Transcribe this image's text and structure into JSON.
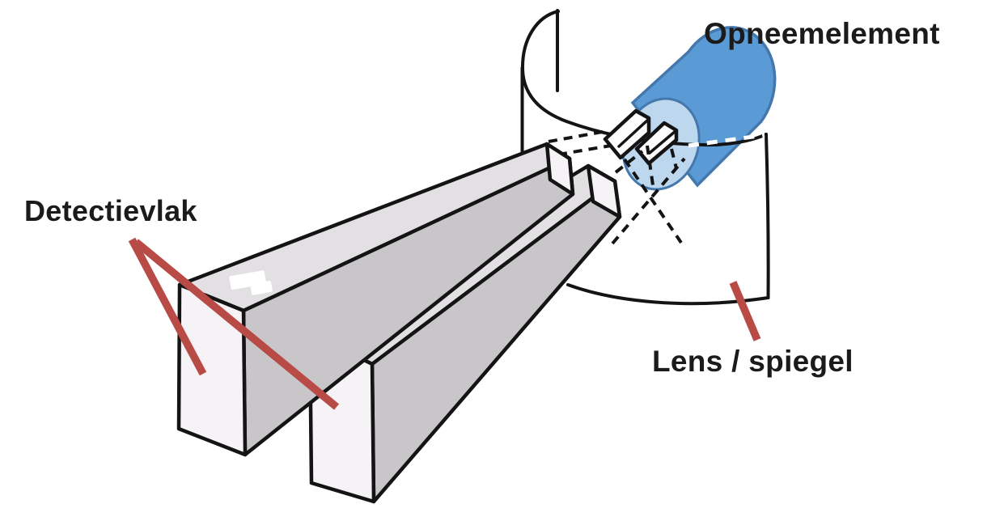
{
  "figure": {
    "labels": {
      "opneemelement": "Opneemelement",
      "detectievlak": "Detectievlak",
      "lens_spiegel": "Lens / spiegel"
    },
    "colors": {
      "background": "#ffffff",
      "outline": "#141414",
      "annotation_red": "#b84b46",
      "cylinder_body": "#5b9bd5",
      "cylinder_face": "#bdd7ee",
      "cylinder_outline": "#4478ad",
      "beam_top": "#e3e0e3",
      "beam_side": "#c8c6c9",
      "beam_end": "#f6f3f6",
      "wedge_fill": "#fcfcfc"
    }
  }
}
